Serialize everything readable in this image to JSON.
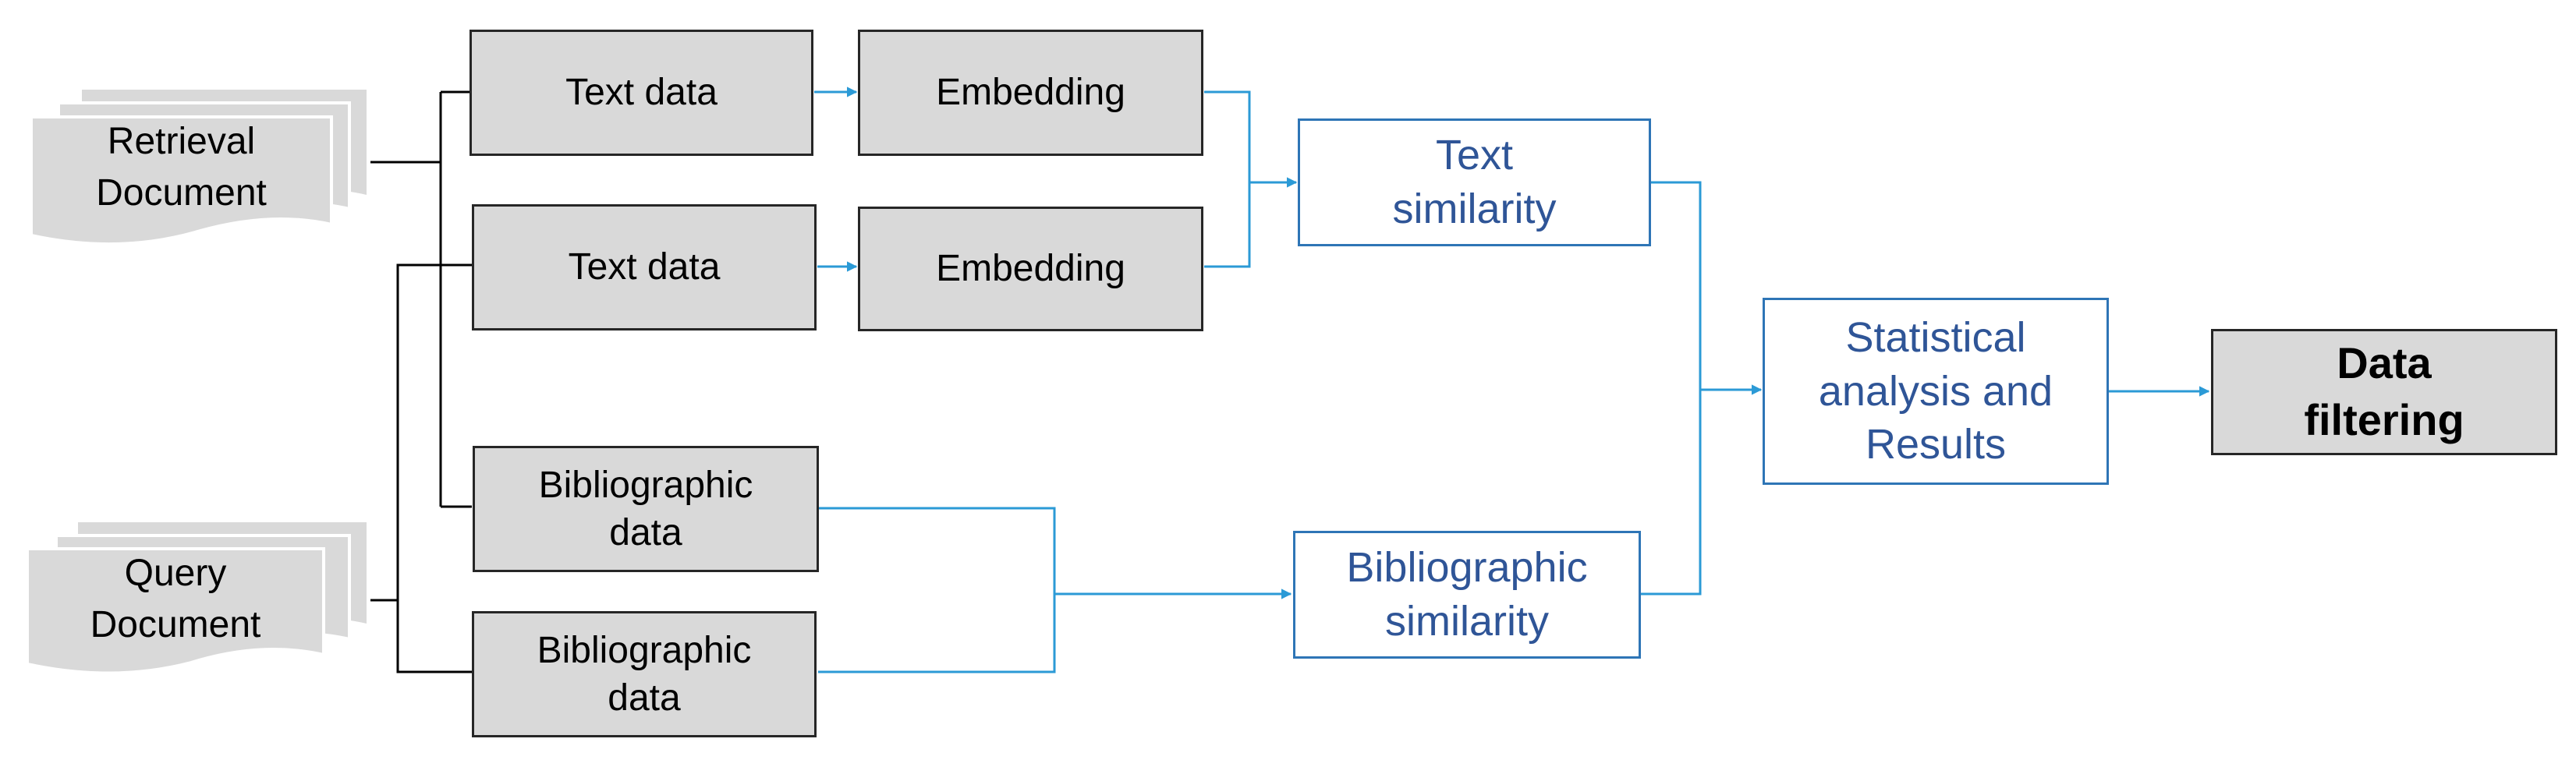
{
  "colors": {
    "box_fill": "#d9d9d9",
    "box_border": "#262626",
    "blue_border": "#2e75b6",
    "blue_text": "#2f5597",
    "arrow": "#2b9ad6",
    "connector": "#000000"
  },
  "documents": {
    "retrieval": {
      "line1": "Retrieval",
      "line2": "Document",
      "icon": "document-stack-icon"
    },
    "query": {
      "line1": "Query",
      "line2": "Document",
      "icon": "document-stack-icon"
    }
  },
  "inputs": {
    "text_data_1": "Text data",
    "text_data_2": "Text data",
    "biblio_1": {
      "line1": "Bibliographic",
      "line2": "data"
    },
    "biblio_2": {
      "line1": "Bibliographic",
      "line2": "data"
    }
  },
  "processing": {
    "embedding_1": "Embedding",
    "embedding_2": "Embedding"
  },
  "similarity": {
    "text": {
      "line1": "Text",
      "line2": "similarity"
    },
    "biblio": {
      "line1": "Bibliographic",
      "line2": "similarity"
    }
  },
  "analysis": {
    "line1": "Statistical",
    "line2": "analysis and",
    "line3": "Results"
  },
  "output": {
    "line1": "Data",
    "line2": "filtering"
  }
}
